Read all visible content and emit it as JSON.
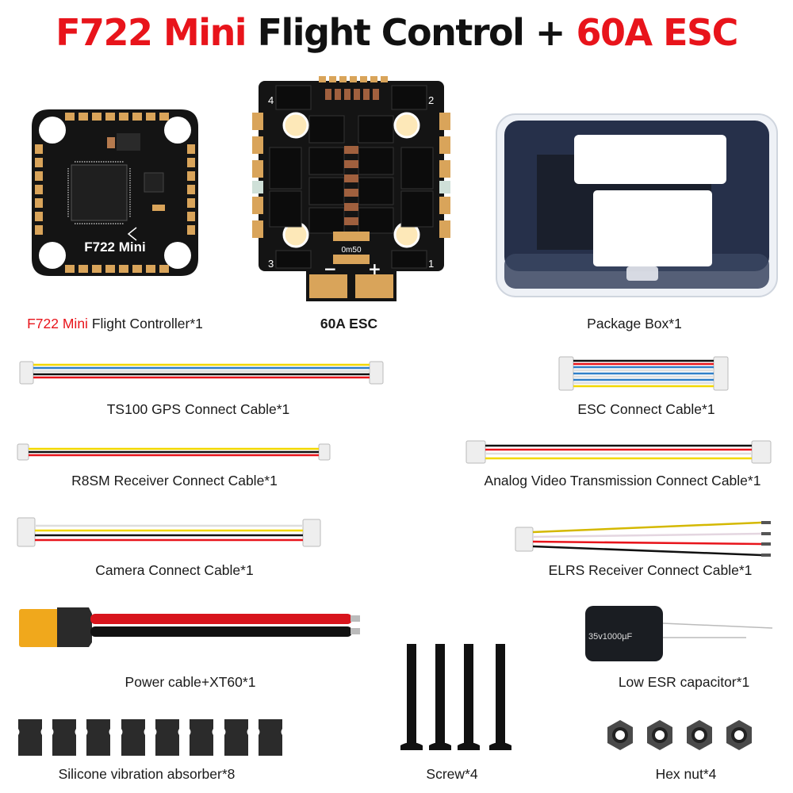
{
  "title": {
    "part1": "F722 Mini",
    "part2": " Flight Control + ",
    "part3": "60A ESC",
    "accent_color": "#e8141b"
  },
  "items": {
    "flight_controller": {
      "label_red": "F722 Mini",
      "label_rest": " Flight Controller*1",
      "board_text": "F722 Mini"
    },
    "esc": {
      "label": "60A ESC",
      "shunt_text": "0m50",
      "corner_labels": [
        "4",
        "2",
        "3",
        "1"
      ],
      "polarity": [
        "−",
        "+"
      ]
    },
    "package_box": {
      "label": "Package Box*1"
    },
    "gps_cable": {
      "label": "TS100 GPS Connect Cable*1"
    },
    "esc_cable": {
      "label": "ESC Connect Cable*1"
    },
    "r8sm_cable": {
      "label": "R8SM Receiver Connect Cable*1"
    },
    "vtx_cable": {
      "label": "Analog Video Transmission Connect Cable*1"
    },
    "camera_cable": {
      "label": "Camera Connect Cable*1"
    },
    "elrs_cable": {
      "label": "ELRS Receiver Connect Cable*1"
    },
    "power_cable": {
      "label": "Power cable+XT60*1"
    },
    "capacitor": {
      "label": "Low ESR capacitor*1",
      "print": "35v1000µF"
    },
    "absorbers": {
      "label": "Silicone vibration absorber*8",
      "count": 8
    },
    "screws": {
      "label": "Screw*4",
      "count": 4
    },
    "hex_nuts": {
      "label": "Hex nut*4",
      "count": 4
    }
  },
  "colors": {
    "wire_yellow": "#f2d800",
    "wire_blue": "#2f7fc8",
    "wire_white": "#dedede",
    "wire_black": "#111111",
    "wire_red": "#e8141b",
    "pcb": "#141414",
    "gold": "#d9a45a",
    "xt60": "#f0a81c"
  }
}
